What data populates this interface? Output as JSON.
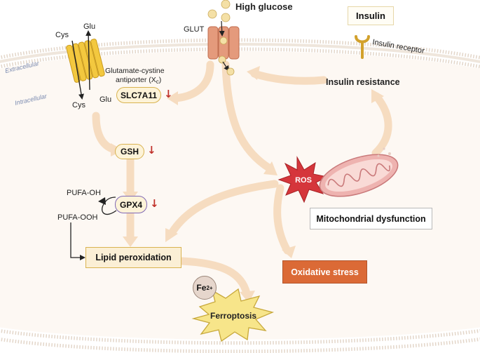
{
  "labels": {
    "high_glucose": "High glucose",
    "glut": "GLUT",
    "insulin": "Insulin",
    "insulin_receptor": "Insulin receptor",
    "insulin_resistance": "Insulin resistance",
    "extracellular": "Extracellular",
    "intracellular": "Intracellular",
    "cys_top": "Cys",
    "glu_top": "Glu",
    "cys_bottom": "Cys",
    "glu_bottom": "Glu",
    "antiporter_line1": "Glutamate-cystine",
    "antiporter_line2_main": "antiporter (X",
    "antiporter_line2_sub": "c",
    "antiporter_line2_end": ")",
    "slc7a11": "SLC7A11",
    "gsh": "GSH",
    "gpx4": "GPX4",
    "pufa_oh": "PUFA-OH",
    "pufa_ooh": "PUFA-OOH",
    "lipid_peroxidation": "Lipid peroxidation",
    "fe_main": "Fe",
    "fe_sup": "2+",
    "ferroptosis": "Ferroptosis",
    "ros": "ROS",
    "mitochondrial_dysfunction": "Mitochondrial dysfunction",
    "oxidative_stress": "Oxidative stress",
    "down_arrow": "↓"
  },
  "colors": {
    "membrane": "#e3d6c9",
    "cell_fill": "#fdf8f3",
    "flow_arrow": "#f6dcc0",
    "antiporter": "#f3c83f",
    "glut": "#e49a7c",
    "glucose": "#f4e0a6",
    "insulin_receptor": "#d2a12c",
    "pill_fill": "#fdf3d8",
    "pill_border": "#d9b350",
    "gpx4_border": "#8068b5",
    "ros": "#d5363b",
    "mito": "#eeb3b0",
    "oxidative_stress": "#db6a36",
    "lipid_fill": "#fbefd5",
    "ferroptosis": "#f7e58a",
    "down_arrow": "#c0322b"
  }
}
